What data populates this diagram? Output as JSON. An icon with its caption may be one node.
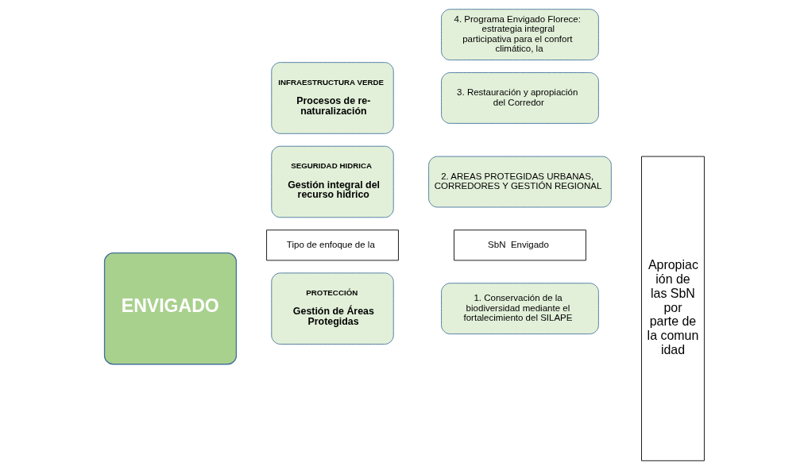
{
  "diagram": {
    "nodes": [
      {
        "text": [
          "ENVIGADO"
        ]
      },
      {
        "text": [
          "Tipo de enfoque de la"
        ]
      },
      {
        "text": [
          "SbN  Envigado"
        ]
      },
      {
        "text": [
          "PROTECCIÓN",
          "Gestión de Áreas Protegidas"
        ]
      },
      {
        "text": [
          "SEGURIDAD HIDRICA",
          "Gestión integral del recurso hidrico"
        ]
      },
      {
        "text": [
          "INFRAESTRUCTURA VERDE",
          "Procesos de re-naturalización"
        ]
      },
      {
        "text": [
          "1. Conservación de la biodiversidad mediante el fortalecimiento del SILAPE"
        ]
      },
      {
        "text": [
          "2. AREAS PROTEGIDAS URBANAS, CORREDORES Y GESTIÓN REGIONAL"
        ]
      },
      {
        "text": [
          "3. Restauración y apropiación del Corredor"
        ]
      },
      {
        "text": [
          "4. Programa Envigado Florece: estrategia integral participativa para el confort climático, la"
        ]
      },
      {
        "text": [
          "Apropiación de las SbN por parte de la comunidad"
        ]
      }
    ]
  }
}
